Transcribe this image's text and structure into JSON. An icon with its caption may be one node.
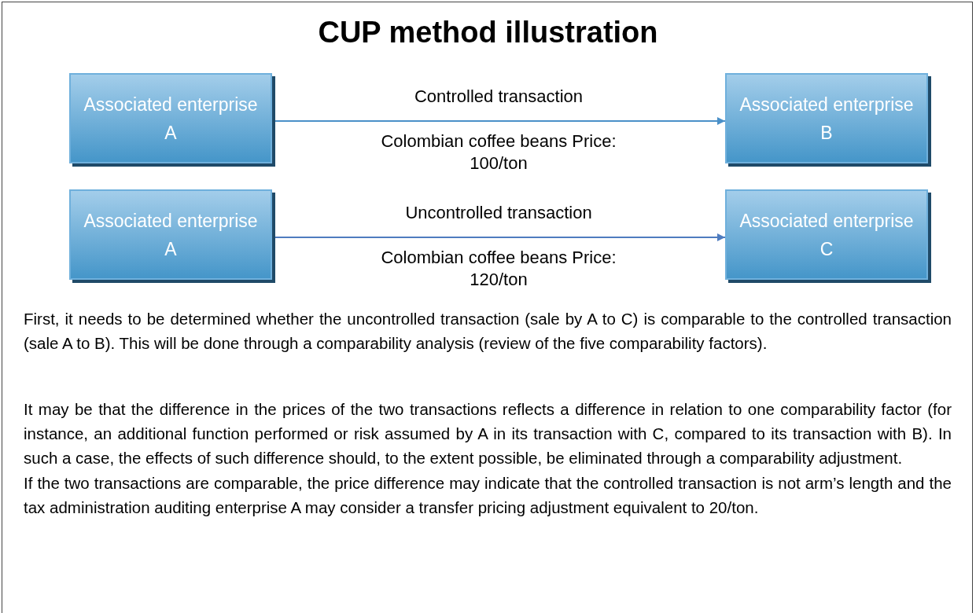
{
  "diagram": {
    "title": "CUP method illustration",
    "nodes": [
      {
        "text": [
          "Associated enterprise A"
        ]
      },
      {
        "text": [
          "Associated enterprise B"
        ]
      },
      {
        "text": [
          "Associated enterprise A"
        ]
      },
      {
        "text": [
          "Associated enterprise C"
        ]
      }
    ],
    "edges": [
      {
        "from": 0,
        "to": 1,
        "arrow": "to",
        "label": "Controlled transaction"
      },
      {
        "from": 2,
        "to": 3,
        "arrow": "to",
        "label": "Uncontrolled transaction",
        "color": "#4f7cbf"
      }
    ],
    "labels": [
      "Colombian coffee beans Price: 100/ton",
      "Colombian coffee beans Price: 120/ton",
      "First, it needs to be determined whether the uncontrolled transaction (sale by A to C) is comparable to the controlled transaction (sale A to B). This will be done through a comparability analysis (review of the five comparability factors).",
      "It may be that the difference in the prices of the two transactions reflects a difference in relation to one comparability factor (for instance, an additional function performed or risk assumed by A in its transaction with C, compared to its transaction with B). In such a case, the effects of such difference should, to the extent possible, be eliminated through a comparability adjustment.",
      "If the two transactions are comparable, the price difference may indicate that the controlled transaction is not arm’s length and the tax administration auditing enterprise A may consider a transfer pricing adjustment equivalent to 20/ton."
    ]
  }
}
